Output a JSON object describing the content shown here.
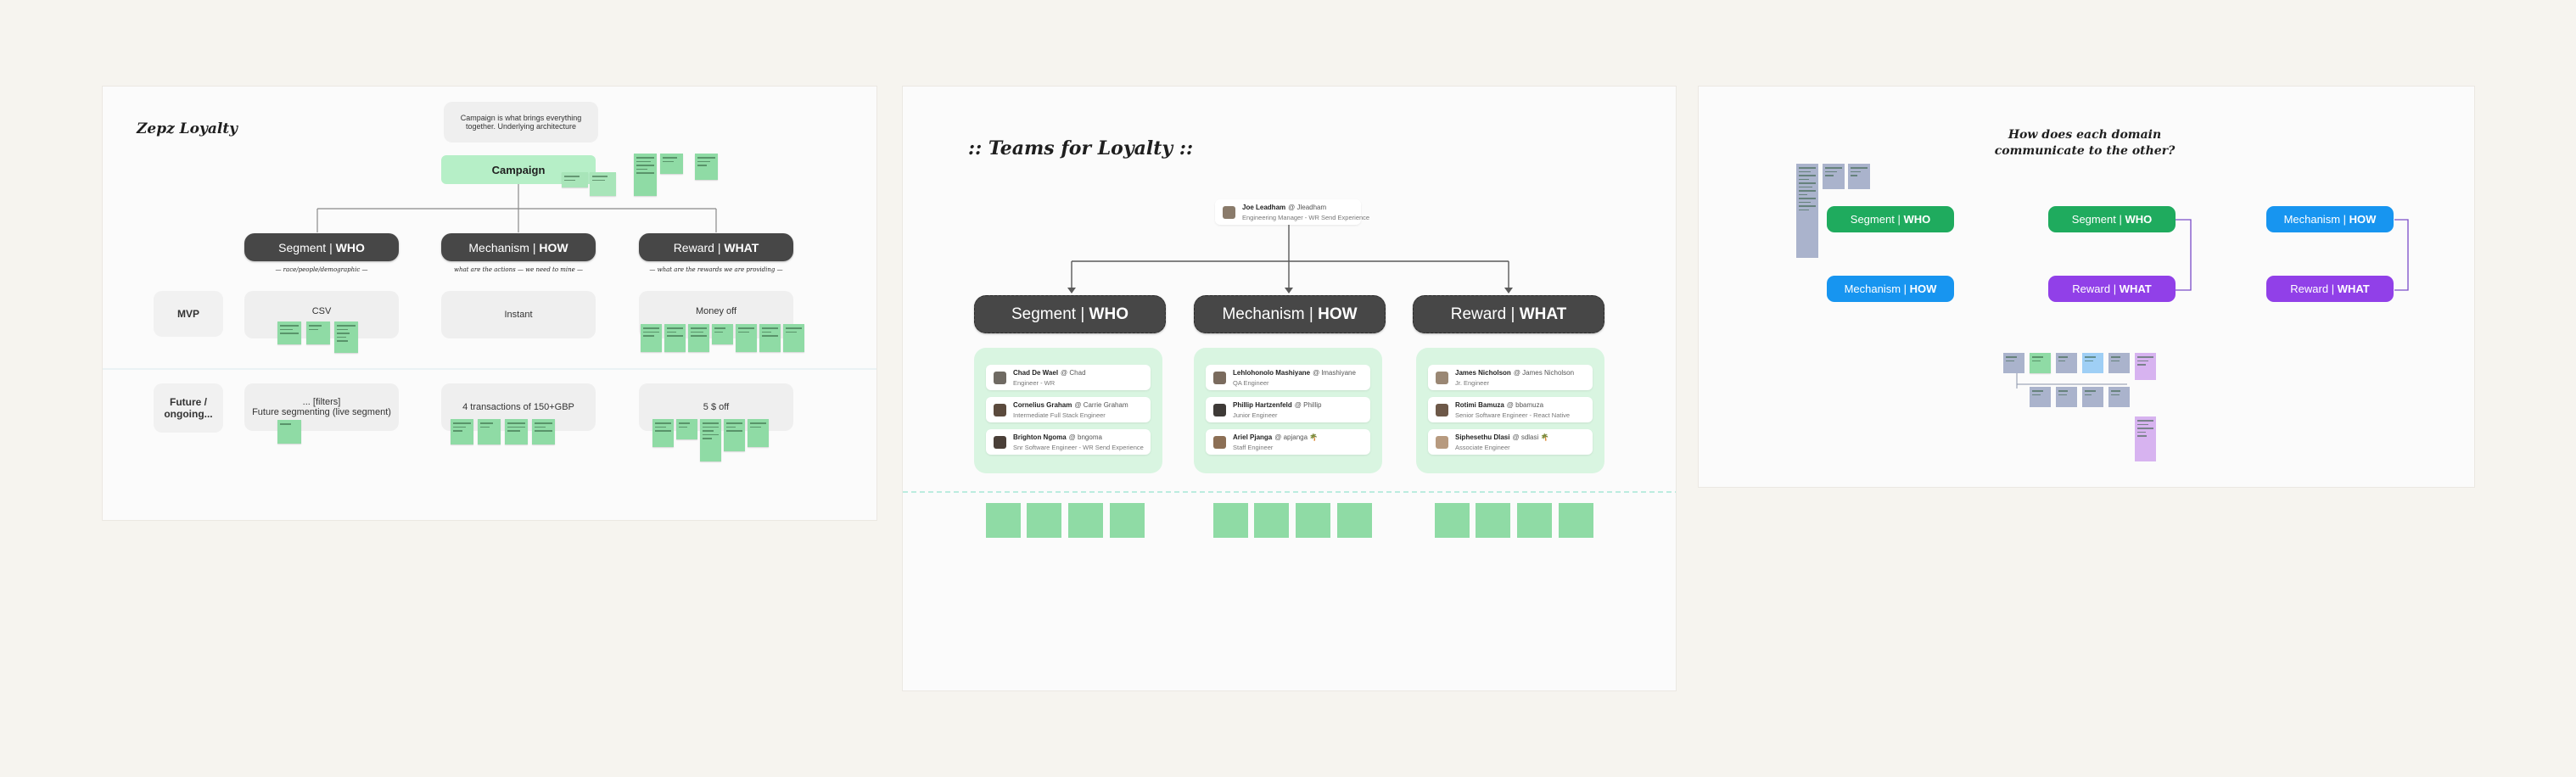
{
  "frames": {
    "zepz": {
      "title": "Zepz Loyalty",
      "campaign_note": "Campaign is what brings everything together. Underlying architecture",
      "campaign_label": "Campaign",
      "columns": [
        {
          "name": "Segment",
          "key": "WHO",
          "subtitle": "— race/people/demographic —"
        },
        {
          "name": "Mechanism",
          "key": "HOW",
          "subtitle": "what are the actions — we need to mine —"
        },
        {
          "name": "Reward",
          "key": "WHAT",
          "subtitle": "— what are the rewards we are providing —"
        }
      ],
      "rows": [
        {
          "label": "MVP",
          "cells": [
            "CSV",
            "Instant",
            "Money off"
          ]
        },
        {
          "label": "Future / ongoing...",
          "cells": [
            "... [filters]\nFuture segmenting (live segment)",
            "4 transactions of 150+GBP",
            "5 $ off"
          ]
        }
      ]
    },
    "teams": {
      "title": ":: Teams for Loyalty ::",
      "lead": {
        "name": "Joe Leadham",
        "alias": "@ Jleadham",
        "role": "Engineering Manager - WR Send Experience"
      },
      "columns": [
        {
          "name": "Segment",
          "key": "WHO",
          "members": [
            {
              "name": "Chad De Wael",
              "alias": "@ Chad",
              "role": "Engineer - WR"
            },
            {
              "name": "Cornelius Graham",
              "alias": "@ Carrie Graham",
              "role": "Intermediate Full Stack Engineer"
            },
            {
              "name": "Brighton Ngoma",
              "alias": "@ bngoma",
              "role": "Snr Software Engineer - WR Send Experience"
            }
          ]
        },
        {
          "name": "Mechanism",
          "key": "HOW",
          "members": [
            {
              "name": "Lehlohonolo Mashiyane",
              "alias": "@ lmashiyane",
              "role": "QA Engineer"
            },
            {
              "name": "Phillip Hartzenfeld",
              "alias": "@ Phillip",
              "role": "Junior Engineer"
            },
            {
              "name": "Ariel Pjanga",
              "alias": "@ apjanga 🌴",
              "role": "Staff Engineer"
            }
          ]
        },
        {
          "name": "Reward",
          "key": "WHAT",
          "members": [
            {
              "name": "James Nicholson",
              "alias": "@ James Nicholson",
              "role": "Jr. Engineer"
            },
            {
              "name": "Rotimi Bamuza",
              "alias": "@ bbamuza",
              "role": "Senior Software Engineer - React Native"
            },
            {
              "name": "Siphesethu Dlasi",
              "alias": "@ sdlasi 🌴",
              "role": "Associate Engineer"
            }
          ]
        }
      ]
    },
    "domains": {
      "title": "How does each domain\ncommunicate to the other?",
      "pills": [
        {
          "name": "Segment",
          "key": "WHO",
          "color": "#1fab5e"
        },
        {
          "name": "Segment",
          "key": "WHO",
          "color": "#1fab5e"
        },
        {
          "name": "Mechanism",
          "key": "HOW",
          "color": "#1795f0"
        },
        {
          "name": "Mechanism",
          "key": "HOW",
          "color": "#1795f0"
        },
        {
          "name": "Reward",
          "key": "WHAT",
          "color": "#9140e8"
        },
        {
          "name": "Reward",
          "key": "WHAT",
          "color": "#9140e8"
        }
      ]
    }
  },
  "colors": {
    "background": "#f6f4ef",
    "dark_pill": "#474747",
    "campaign_green": "#b6efc7",
    "sticky_green": "#8fdba5",
    "team_panel": "#d9f5e1",
    "segment_green": "#1fab5e",
    "mechanism_blue": "#1795f0",
    "reward_purple": "#9140e8"
  }
}
